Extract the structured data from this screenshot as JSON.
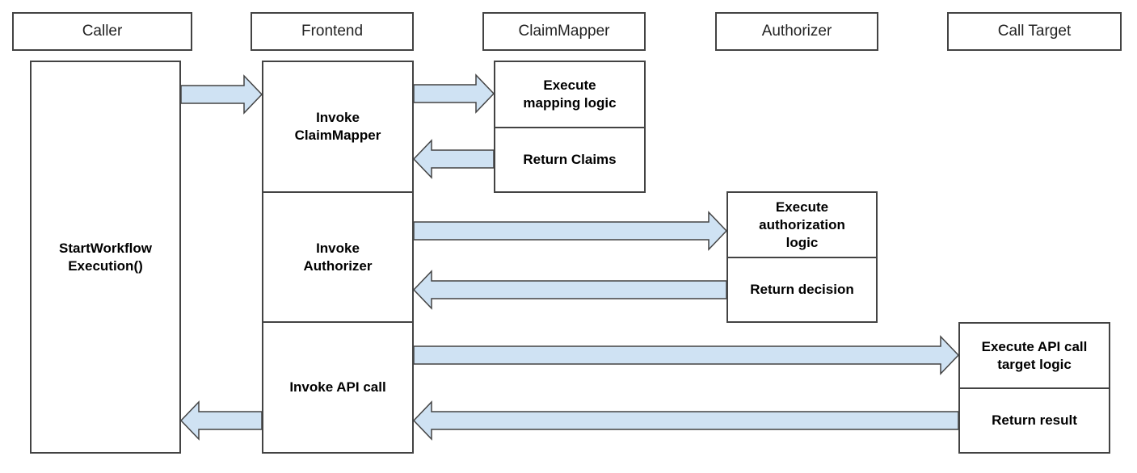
{
  "participants": [
    "Caller",
    "Frontend",
    "ClaimMapper",
    "Authorizer",
    "Call Target"
  ],
  "caller": {
    "activation": "StartWorkflow\nExecution()"
  },
  "frontend": {
    "steps": [
      "Invoke\nClaimMapper",
      "Invoke\nAuthorizer",
      "Invoke API call"
    ]
  },
  "claimmapper": {
    "execute": "Execute\nmapping logic",
    "return": "Return Claims"
  },
  "authorizer": {
    "execute": "Execute\nauthorization\nlogic",
    "return": "Return decision"
  },
  "call_target": {
    "execute": "Execute API call\ntarget logic",
    "return": "Return result"
  },
  "colors": {
    "arrow_fill": "#cfe2f3",
    "stroke": "#434343"
  }
}
